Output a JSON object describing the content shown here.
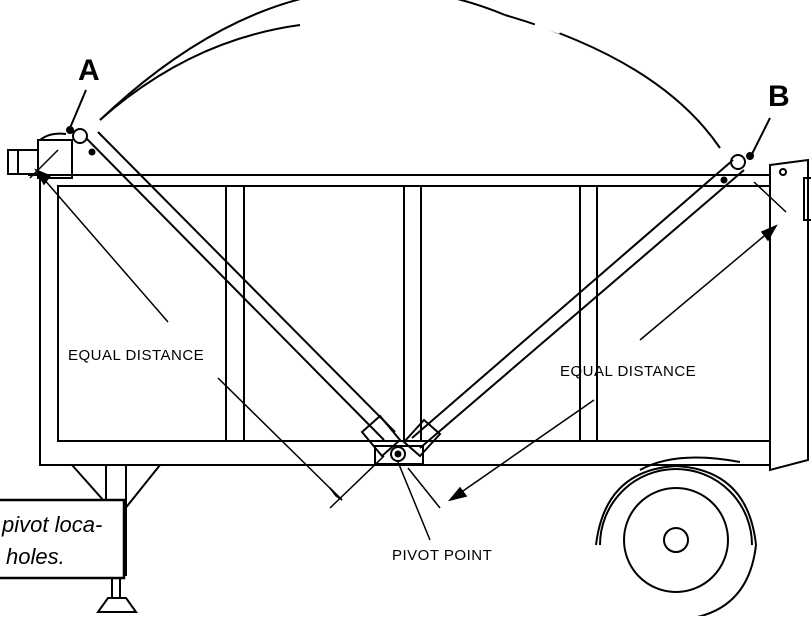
{
  "labels": {
    "point_a": "A",
    "point_b": "B",
    "equal_distance_left": "EQUAL DISTANCE",
    "equal_distance_right": "EQUAL DISTANCE",
    "pivot_point": "PIVOT POINT"
  },
  "note": {
    "line1": "pivot loca-",
    "line2": "holes."
  },
  "colors": {
    "ink": "#000000",
    "paper": "#ffffff"
  }
}
